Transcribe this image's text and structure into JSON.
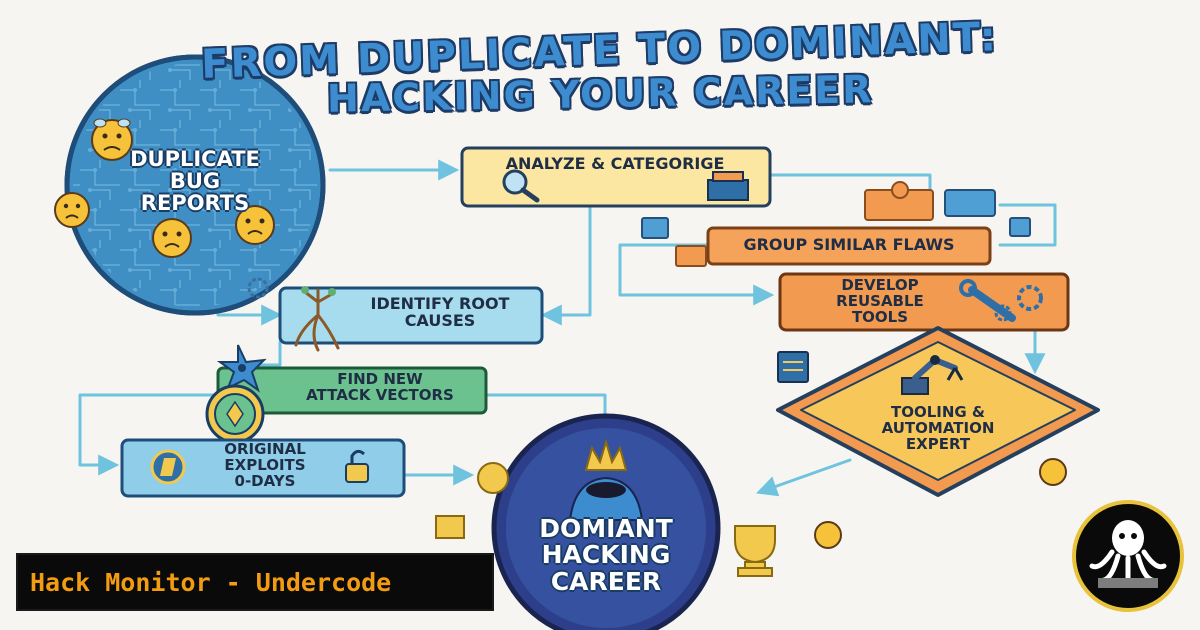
{
  "title": {
    "line1": "FROM DUPLICATE TO DOMINANT:",
    "line2": "HACKING YOUR CAREER"
  },
  "nodes": [
    {
      "id": "duplicate",
      "lines": [
        "DUPLICATE",
        "BUG",
        "REPORTS"
      ],
      "shape": "circle",
      "color": "#3f8fc4"
    },
    {
      "id": "analyze",
      "lines": [
        "ANALYZE & CATEGORIGE"
      ],
      "shape": "box",
      "color": "#fbe7a1"
    },
    {
      "id": "group",
      "lines": [
        "GROUP SIMILAR FLAWS"
      ],
      "shape": "box",
      "color": "#f5a25b"
    },
    {
      "id": "identify",
      "lines": [
        "IDENTIFY ROOT",
        "CAUSES"
      ],
      "shape": "box",
      "color": "#a7dcee"
    },
    {
      "id": "develop",
      "lines": [
        "DEVELOP",
        "REUSABLE",
        "TOOLS"
      ],
      "shape": "box",
      "color": "#f29a4f"
    },
    {
      "id": "find",
      "lines": [
        "FIND NEW",
        "ATTACK VECTORS"
      ],
      "shape": "box",
      "color": "#6cc28f"
    },
    {
      "id": "tooling",
      "lines": [
        "TOOLING &",
        "AUTOMATION",
        "EXPERT"
      ],
      "shape": "diamond",
      "color": "#f8c75a"
    },
    {
      "id": "original",
      "lines": [
        "ORIGINAL",
        "EXPLOITS",
        "0-DAYS"
      ],
      "shape": "box",
      "color": "#8fcde8"
    },
    {
      "id": "dominant",
      "lines": [
        "DOMIANT",
        "HACKING",
        "CAREER"
      ],
      "shape": "circle",
      "color": "#2d3f8a"
    }
  ],
  "edges": [
    {
      "from": "duplicate",
      "to": "analyze"
    },
    {
      "from": "analyze",
      "to": "identify"
    },
    {
      "from": "duplicate",
      "to": "identify"
    },
    {
      "from": "analyze",
      "to": "group"
    },
    {
      "from": "group",
      "to": "develop"
    },
    {
      "from": "develop",
      "to": "tooling"
    },
    {
      "from": "identify",
      "to": "find"
    },
    {
      "from": "find",
      "to": "original"
    },
    {
      "from": "find",
      "to": "dominant"
    },
    {
      "from": "original",
      "to": "dominant"
    },
    {
      "from": "tooling",
      "to": "dominant"
    }
  ],
  "icons": [
    "bug-icon",
    "magnifier-icon",
    "toolbox-icon",
    "puzzle-icon",
    "roots-icon",
    "wrench-gear-icon",
    "shuriken-icon",
    "padlock-icon",
    "robot-arm-icon",
    "hacker-icon",
    "crown-icon",
    "dollar-coin-icon",
    "trophy-icon",
    "octopus-logo-icon"
  ],
  "colors": {
    "line": "#6fc3df",
    "title_fill": "#3d8cd0",
    "title_outline": "#1d3b66",
    "banner_text": "#f39c12",
    "banner_bg": "#0a0a0a"
  },
  "footer": {
    "banner_text": "Hack Monitor - Undercode"
  }
}
